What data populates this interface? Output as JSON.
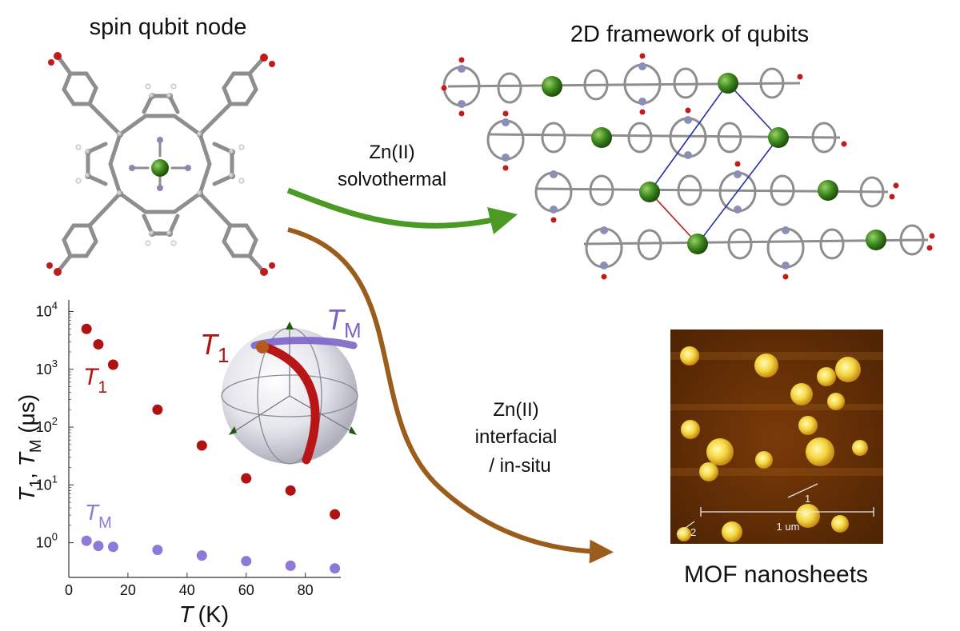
{
  "labels": {
    "node_title": "spin qubit node",
    "framework_title": "2D framework of qubits",
    "route1_line1": "Zn(II)",
    "route1_line2": "solvothermal",
    "route2_line1": "Zn(II)",
    "route2_line2": "interfacial",
    "route2_line3": "/ in-situ",
    "nanosheets_title": "MOF nanosheets"
  },
  "afm": {
    "scale_label": "1 um",
    "marker1": "1",
    "marker2": "2"
  },
  "sphere": {
    "t1_main": "T",
    "t1_sub": "1",
    "tm_main": "T",
    "tm_sub": "M"
  },
  "chart_data": {
    "type": "scatter",
    "xlabel_main": "T",
    "xlabel_unit": "(K)",
    "ylabel_parts": [
      "T",
      "1",
      ", ",
      "T",
      "M",
      " (μs)"
    ],
    "x_ticks": [
      0,
      20,
      40,
      60,
      80
    ],
    "y_ticks": [
      "10",
      "10",
      "10",
      "10",
      "10"
    ],
    "y_tick_exponents": [
      "0",
      "1",
      "2",
      "3",
      "4"
    ],
    "xlim": [
      0,
      92
    ],
    "ylim_log10": [
      -0.6,
      4.2
    ],
    "y_scale": "log",
    "series": [
      {
        "name_main": "T",
        "name_sub": "1",
        "color": "#b01212",
        "x": [
          6,
          10,
          15,
          30,
          45,
          60,
          75,
          90
        ],
        "y": [
          5000,
          2700,
          1200,
          200,
          48,
          13,
          8,
          3.1
        ]
      },
      {
        "name_main": "T",
        "name_sub": "M",
        "color": "#8c79d8",
        "x": [
          6,
          10,
          15,
          30,
          45,
          60,
          75,
          90
        ],
        "y": [
          1.08,
          0.88,
          0.85,
          0.75,
          0.6,
          0.48,
          0.4,
          0.36
        ]
      }
    ]
  },
  "colors": {
    "arrow_green": "#4a9a24",
    "arrow_brown": "#9a5d1c",
    "t1_red": "#b01212",
    "tm_purple": "#8c79d8"
  }
}
